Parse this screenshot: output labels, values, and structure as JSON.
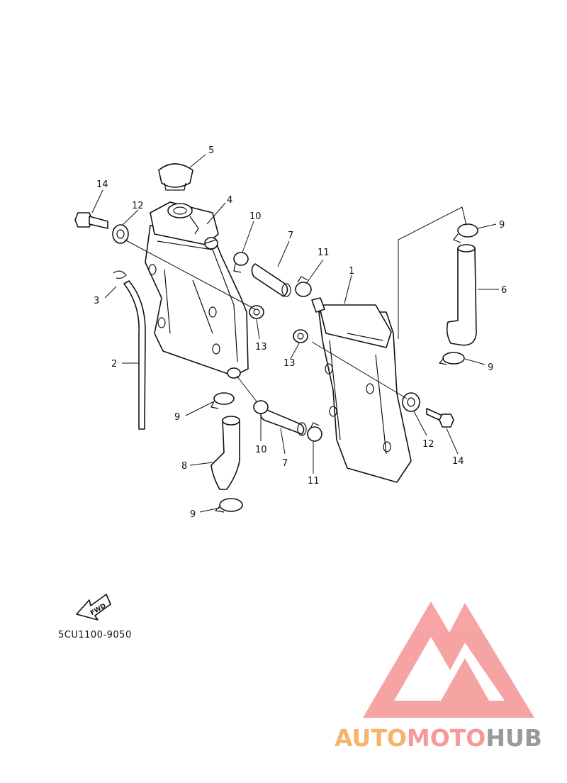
{
  "diagram": {
    "code": "5CU1100-9050",
    "fwd_label": "FWD",
    "callouts": [
      {
        "id": "c1",
        "label": "1"
      },
      {
        "id": "c2",
        "label": "2"
      },
      {
        "id": "c3",
        "label": "3"
      },
      {
        "id": "c4",
        "label": "4"
      },
      {
        "id": "c5",
        "label": "5"
      },
      {
        "id": "c6",
        "label": "6"
      },
      {
        "id": "c7a",
        "label": "7"
      },
      {
        "id": "c7b",
        "label": "7"
      },
      {
        "id": "c8",
        "label": "8"
      },
      {
        "id": "c9a",
        "label": "9"
      },
      {
        "id": "c9b",
        "label": "9"
      },
      {
        "id": "c9c",
        "label": "9"
      },
      {
        "id": "c9d",
        "label": "9"
      },
      {
        "id": "c10a",
        "label": "10"
      },
      {
        "id": "c10b",
        "label": "10"
      },
      {
        "id": "c11a",
        "label": "11"
      },
      {
        "id": "c11b",
        "label": "11"
      },
      {
        "id": "c12a",
        "label": "12"
      },
      {
        "id": "c12b",
        "label": "12"
      },
      {
        "id": "c13a",
        "label": "13"
      },
      {
        "id": "c13b",
        "label": "13"
      },
      {
        "id": "c14a",
        "label": "14"
      },
      {
        "id": "c14b",
        "label": "14"
      }
    ]
  },
  "watermark": {
    "part1": "AUTO",
    "part2": "MOTO",
    "part3": "HUB",
    "colors": {
      "part1": "#f7b26b",
      "part2": "#f59a9a",
      "part3": "#9a9a9a",
      "logo": "#f59a9a"
    }
  }
}
